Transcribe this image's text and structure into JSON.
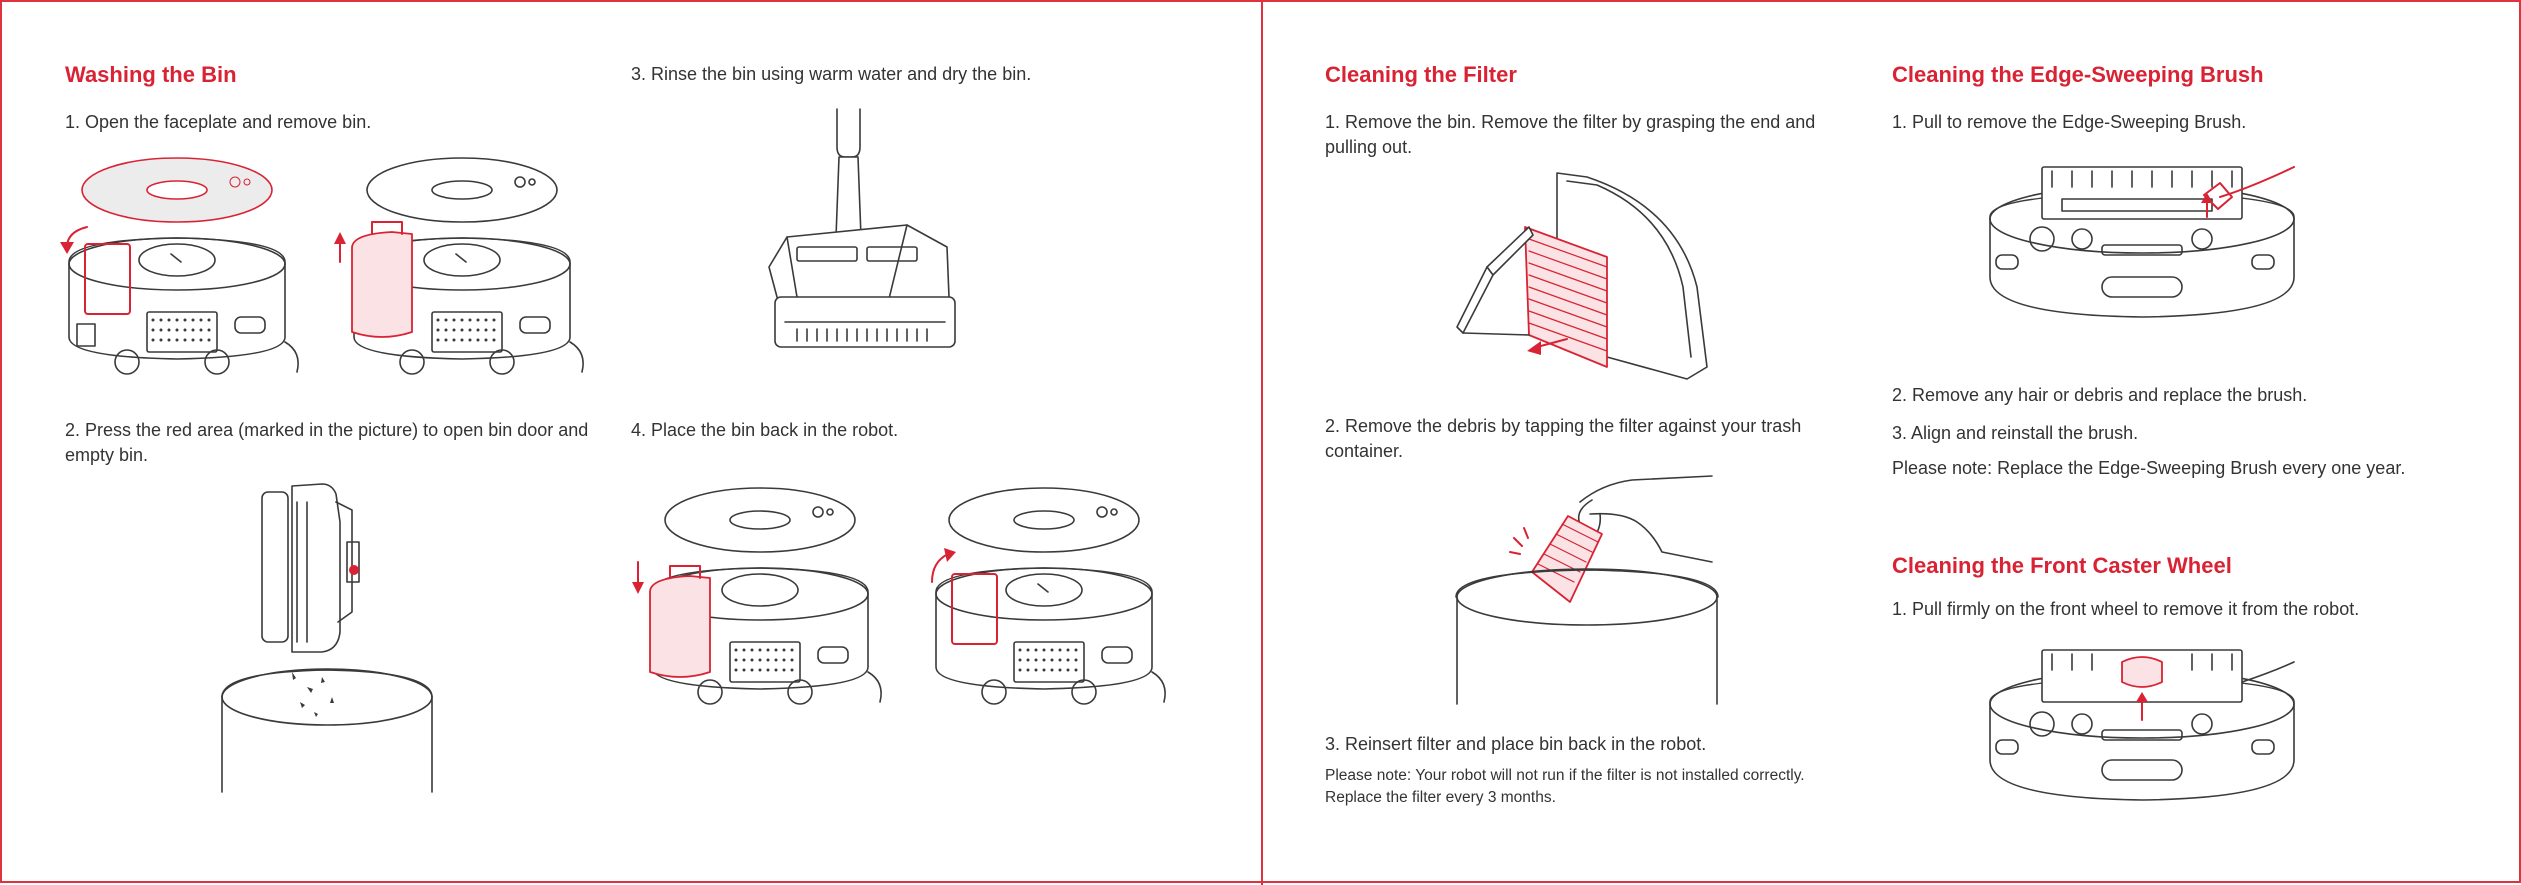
{
  "accent_color": "#d92334",
  "left_page": {
    "washing_bin": {
      "title": "Washing the Bin",
      "step1": "1. Open the faceplate and remove bin.",
      "step2": "2. Press the red area (marked in the picture) to open bin door and empty bin.",
      "step3": "3. Rinse the bin using warm water and dry the bin.",
      "step4": "4. Place the bin back in the robot."
    }
  },
  "right_page": {
    "cleaning_filter": {
      "title": "Cleaning the Filter",
      "step1": "1. Remove the bin. Remove the filter by grasping the end and pulling out.",
      "step2": "2. Remove the debris by tapping the filter against your trash container.",
      "step3": "3. Reinsert filter and place bin back in the robot.",
      "note_line1": "Please note: Your robot will not run if the filter is not installed correctly.",
      "note_line2": "Replace the filter every 3 months."
    },
    "edge_brush": {
      "title": "Cleaning the Edge-Sweeping Brush",
      "step1": "1. Pull to remove the Edge-Sweeping Brush.",
      "step2": "2. Remove any hair or debris and replace the brush.",
      "step3": "3. Align and reinstall the brush.",
      "note": "Please note: Replace the Edge-Sweeping Brush every one year."
    },
    "caster_wheel": {
      "title": "Cleaning the Front Caster Wheel",
      "step1": "1. Pull firmly on the front wheel to remove it from the robot."
    }
  },
  "icons": {
    "rotate_arrow": "curved-arrow-icon",
    "up_arrow": "arrow-up-icon",
    "down_arrow": "arrow-down-icon",
    "left_arrow": "arrow-left-icon"
  }
}
